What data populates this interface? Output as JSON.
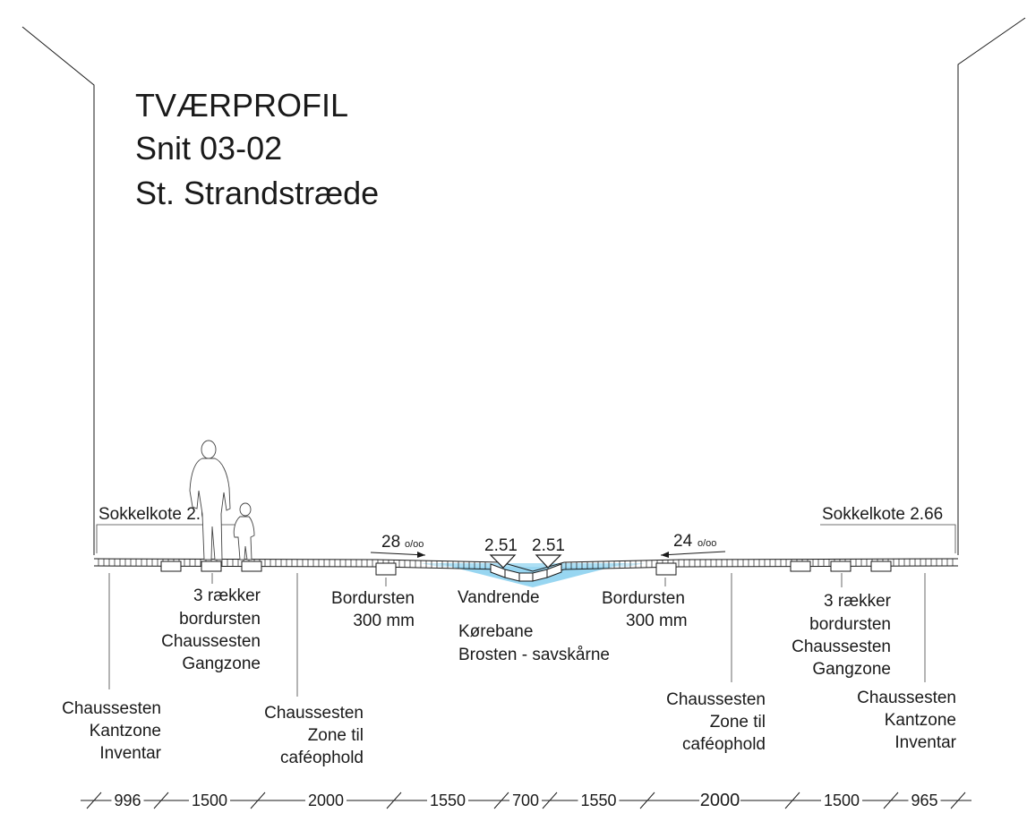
{
  "title": {
    "line1": "TVÆRPROFIL",
    "line2": "Snit 03-02",
    "line3": "St. Strandstræde"
  },
  "elevations": {
    "left_socle": "Sokkelkote 2.68",
    "right_socle": "Sokkelkote 2.66",
    "gutter_left": "2.51",
    "gutter_right": "2.51"
  },
  "slopes": {
    "left_value": "28",
    "left_unit": "o/oo",
    "right_value": "24",
    "right_unit": "o/oo"
  },
  "labels": {
    "left_kantzone": [
      "Chaussesten",
      "Kantzone",
      "Inventar"
    ],
    "left_gangzone": [
      "3 rækker",
      "bordursten",
      "Chaussesten",
      "Gangzone"
    ],
    "left_cafe": [
      "Chaussesten",
      "Zone til",
      "caféophold"
    ],
    "left_bordur": [
      "Bordursten",
      "300 mm"
    ],
    "vandrende": "Vandrende",
    "korebane": [
      "Kørebane",
      "Brosten - savskårne"
    ],
    "right_bordur": [
      "Bordursten",
      "300 mm"
    ],
    "right_cafe": [
      "Chaussesten",
      "Zone til",
      "caféophold"
    ],
    "right_gangzone": [
      "3 rækker",
      "bordursten",
      "Chaussesten",
      "Gangzone"
    ],
    "right_kantzone": [
      "Chaussesten",
      "Kantzone",
      "Inventar"
    ]
  },
  "dimensions": [
    "996",
    "1500",
    "2000",
    "1550",
    "700",
    "1550",
    "2000",
    "1500",
    "965"
  ],
  "colors": {
    "water": "#86cfee",
    "line": "#1a1a1a"
  }
}
